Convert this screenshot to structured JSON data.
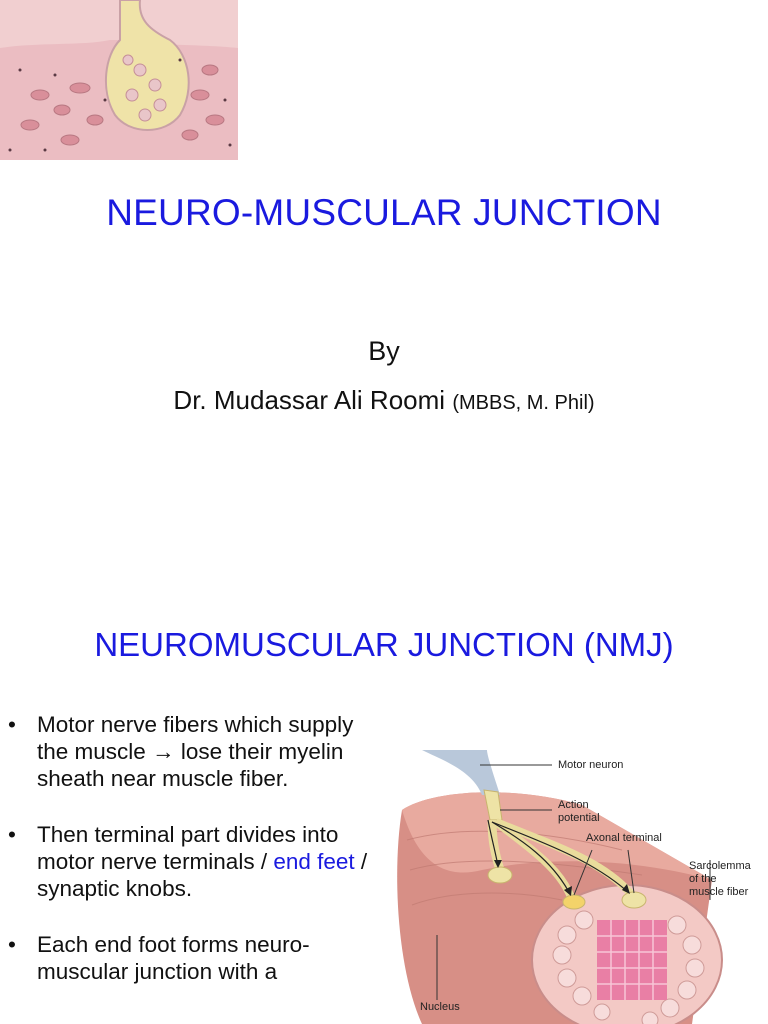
{
  "slide1": {
    "title": "NEURO-MUSCULAR JUNCTION",
    "by": "By",
    "author_name": "Dr. Mudassar Ali Roomi",
    "author_credentials": "(MBBS, M. Phil)"
  },
  "slide2": {
    "title": "NEUROMUSCULAR JUNCTION (NMJ)",
    "bullets": [
      {
        "part1": "Motor nerve fibers which supply the muscle ",
        "arrow": "→",
        "part2": " lose their myelin sheath near muscle fiber."
      },
      {
        "part1": "Then terminal part divides into motor nerve terminals / ",
        "highlight": "end feet",
        "part2": " / synaptic knobs."
      },
      {
        "part1": "Each end foot forms neuro-muscular junction with a"
      }
    ],
    "figure_labels": {
      "motor_neuron": "Motor neuron",
      "action_potential_1": "Action",
      "action_potential_2": "potential",
      "axonal_terminal": "Axonal terminal",
      "sarcolemma_1": "Sarcolemma",
      "sarcolemma_2": "of the",
      "sarcolemma_3": "muscle fiber",
      "nucleus": "Nucleus"
    }
  },
  "colors": {
    "title": "#1a1adf",
    "text": "#111111"
  }
}
